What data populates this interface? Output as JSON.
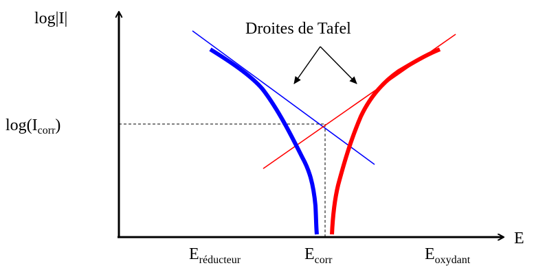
{
  "labels": {
    "y_axis": "log|I|",
    "x_axis": "E",
    "title": "Droites de Tafel",
    "icorr": {
      "main": "log(I",
      "sub": "corr",
      "close": ")"
    },
    "e_reducteur": {
      "main": "E",
      "sub": "réducteur"
    },
    "e_corr": {
      "main": "E",
      "sub": "corr"
    },
    "e_oxydant": {
      "main": "E",
      "sub": "oxydant"
    }
  },
  "colors": {
    "axis": "#000000",
    "reduction_curve": "#0000ff",
    "oxidation_curve": "#ff0000",
    "tafel_reduction_line": "#0000ff",
    "tafel_oxidation_line": "#ff0000",
    "guide_lines": "#000000"
  }
}
